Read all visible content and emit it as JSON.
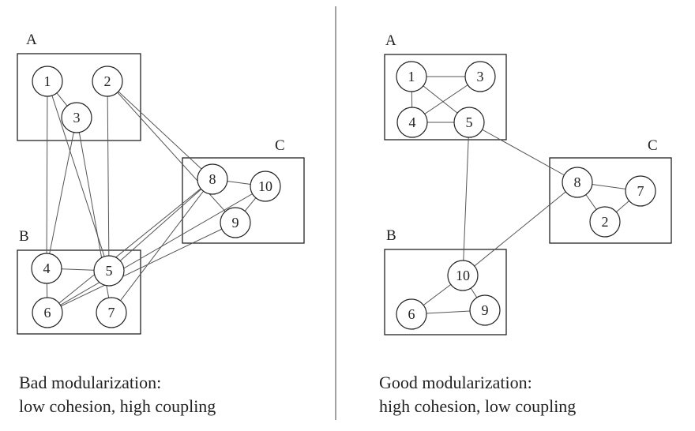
{
  "diagrams": [
    {
      "id": "bad",
      "caption": [
        "Bad modularization:",
        "low cohesion, high coupling"
      ],
      "modules": [
        {
          "label": "A"
        },
        {
          "label": "B"
        },
        {
          "label": "C"
        }
      ],
      "nodes": [
        "1",
        "3",
        "2",
        "4",
        "5",
        "6",
        "7",
        "8",
        "10",
        "9"
      ],
      "edges": [
        [
          "1",
          "3"
        ],
        [
          "1",
          "4"
        ],
        [
          "1",
          "5"
        ],
        [
          "3",
          "4"
        ],
        [
          "3",
          "7"
        ],
        [
          "2",
          "5"
        ],
        [
          "2",
          "9"
        ],
        [
          "2",
          "8"
        ],
        [
          "4",
          "5"
        ],
        [
          "4",
          "6"
        ],
        [
          "8",
          "10"
        ],
        [
          "10",
          "9"
        ],
        [
          "8",
          "5"
        ],
        [
          "8",
          "6"
        ],
        [
          "8",
          "7"
        ],
        [
          "10",
          "6"
        ],
        [
          "9",
          "6"
        ]
      ]
    },
    {
      "id": "good",
      "caption": [
        "Good modularization:",
        "high cohesion, low coupling"
      ],
      "modules": [
        {
          "label": "A"
        },
        {
          "label": "C"
        },
        {
          "label": "B"
        }
      ],
      "nodes": [
        "1",
        "3",
        "4",
        "5",
        "8",
        "7",
        "2",
        "10",
        "6",
        "9"
      ],
      "edges": [
        [
          "1",
          "3"
        ],
        [
          "1",
          "4"
        ],
        [
          "1",
          "5"
        ],
        [
          "3",
          "4"
        ],
        [
          "4",
          "5"
        ],
        [
          "8",
          "7"
        ],
        [
          "8",
          "2"
        ],
        [
          "7",
          "2"
        ],
        [
          "10",
          "6"
        ],
        [
          "10",
          "9"
        ],
        [
          "6",
          "9"
        ],
        [
          "5",
          "8"
        ],
        [
          "5",
          "10"
        ],
        [
          "10",
          "8"
        ]
      ]
    }
  ]
}
